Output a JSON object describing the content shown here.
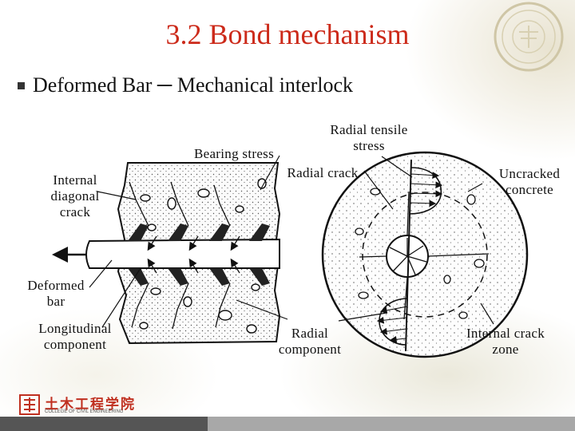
{
  "slide": {
    "title": "3.2 Bond mechanism",
    "bullet": "Deformed Bar ─ Mechanical interlock"
  },
  "labels": {
    "internal_diagonal_crack": [
      "Internal",
      "diagonal",
      "crack"
    ],
    "bearing_stress": "Bearing stress",
    "radial_tensile_stress": [
      "Radial tensile",
      "stress"
    ],
    "radial_crack": "Radial crack",
    "uncracked_concrete": [
      "Uncracked",
      "concrete"
    ],
    "deformed_bar": [
      "Deformed",
      "bar"
    ],
    "longitudinal_component": [
      "Longitudinal",
      "component"
    ],
    "radial_component": [
      "Radial",
      "component"
    ],
    "internal_crack_zone": [
      "Internal crack",
      "zone"
    ]
  },
  "logo": {
    "chinese_name": "土木工程学院",
    "english_name": "COLLEGE OF CIVIL ENGINEERING"
  },
  "colors": {
    "title": "#cc2a1a",
    "logo": "#c03020"
  }
}
